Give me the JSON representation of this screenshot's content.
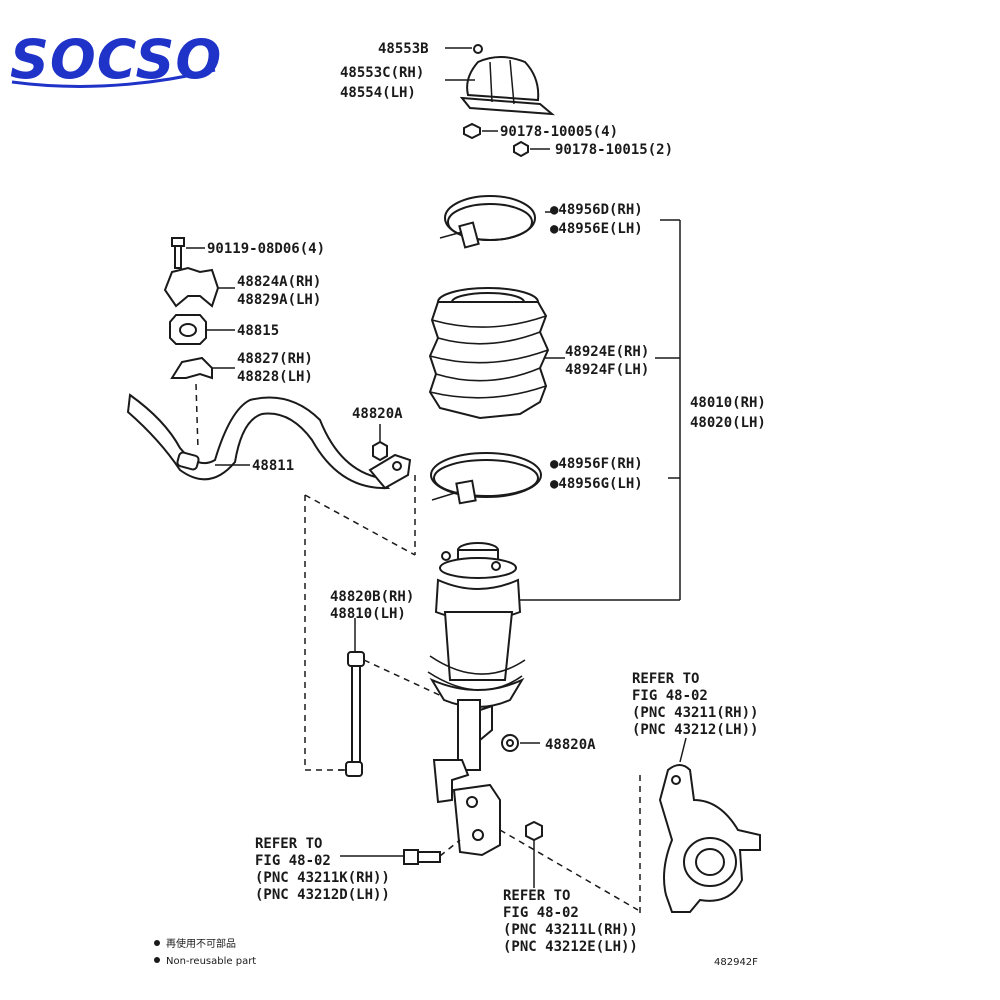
{
  "brand": {
    "name": "SOCSO",
    "color": "#1f33c9"
  },
  "labels": {
    "p48553B": "48553B",
    "p48553C": "48553C(RH)",
    "p48554": "48554(LH)",
    "p90178a": "90178-10005(4)",
    "p90178b": "90178-10015(2)",
    "p48956D": "●48956D(RH)",
    "p48956E": "●48956E(LH)",
    "p90119": "90119-08D06(4)",
    "p48824A": "48824A(RH)",
    "p48829A": "48829A(LH)",
    "p48815": "48815",
    "p48827": "48827(RH)",
    "p48828": "48828(LH)",
    "p48924E": "48924E(RH)",
    "p48924F": "48924F(LH)",
    "p48010": "48010(RH)",
    "p48020": "48020(LH)",
    "p48820A_top": "48820A",
    "p48811": "48811",
    "p48956F": "●48956F(RH)",
    "p48956G": "●48956G(LH)",
    "p48820B": "48820B(RH)",
    "p48810": "48810(LH)",
    "p48820A_bot": "48820A"
  },
  "refs": {
    "knuckle": [
      "REFER TO",
      "FIG 48-02",
      "(PNC 43211(RH))",
      "(PNC 43212(LH))"
    ],
    "bolt": [
      "REFER TO",
      "FIG 48-02",
      "(PNC 43211K(RH))",
      "(PNC 43212D(LH))"
    ],
    "nut": [
      "REFER TO",
      "FIG 48-02",
      "(PNC 43211L(RH))",
      "(PNC 43212E(LH))"
    ]
  },
  "legend": {
    "line1": "再使用不可部品",
    "line2": "Non-reusable part"
  },
  "figure_code": "482942F"
}
